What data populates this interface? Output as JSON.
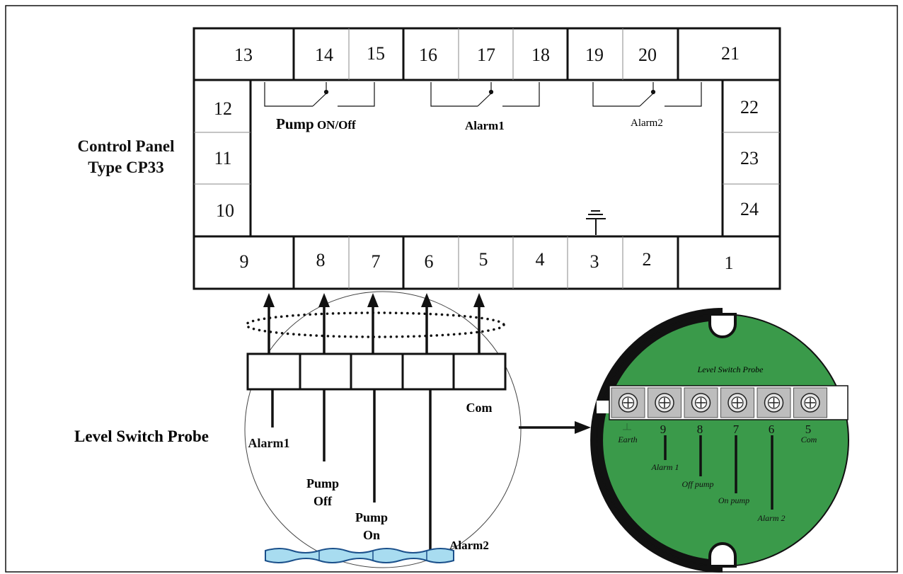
{
  "colors": {
    "line": "#111111",
    "thin_line": "#888888",
    "board_green": "#3a9a4a",
    "rim": "#111111",
    "terminal_bg": "#bdbdbd",
    "water_fill": "#a8dcf0",
    "water_stroke": "#1a4f8a"
  },
  "control_panel": {
    "label_line1": "Control Panel",
    "label_line2": "Type CP33",
    "top_terminals": [
      "13",
      "14",
      "15",
      "16",
      "17",
      "18",
      "19",
      "20",
      "21"
    ],
    "bottom_terminals": [
      "9",
      "8",
      "7",
      "6",
      "5",
      "4",
      "3",
      "2",
      "1"
    ],
    "left_terminals": [
      "12",
      "11",
      "10"
    ],
    "right_terminals": [
      "22",
      "23",
      "24"
    ],
    "relays": [
      {
        "label_main": "Pump",
        "label_sub": " ON/Off"
      },
      {
        "label_main": "",
        "label_sub": "Alarm1"
      },
      {
        "label_main": "",
        "label_sub": "Alarm2"
      }
    ],
    "ground_icon": "earth-ground-icon"
  },
  "probe_diagram": {
    "title": "Level Switch Probe",
    "wire_labels": {
      "alarm1": "Alarm1",
      "pump_off_line1": "Pump",
      "pump_off_line2": "Off",
      "pump_on_line1": "Pump",
      "pump_on_line2": "On",
      "alarm2": "Alarm2",
      "com": "Com"
    }
  },
  "terminal_board": {
    "title": "Level Switch Probe",
    "terminals": [
      "",
      "9",
      "8",
      "7",
      "6",
      "5"
    ],
    "terminal_captions": [
      "Earth",
      "",
      "",
      "",
      "",
      "Com"
    ],
    "wire_labels": [
      "Alarm 1",
      "Off pump",
      "On pump",
      "Alarm 2"
    ],
    "screw_icon": "screw-terminal-icon"
  }
}
